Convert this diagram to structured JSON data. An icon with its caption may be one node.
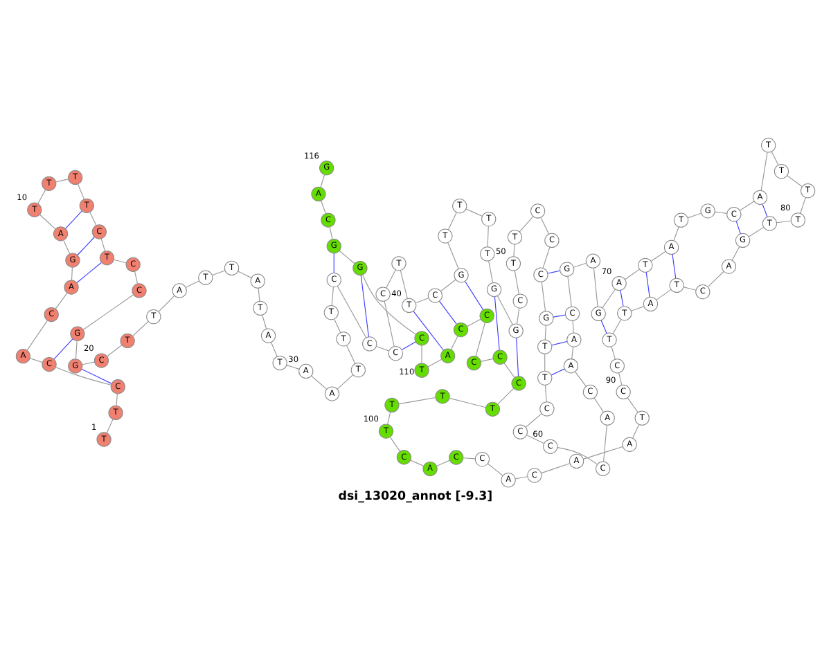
{
  "diagram": {
    "caption": "dsi_13020_annot [-9.3]",
    "nodes": [
      {
        "text": [
          "T"
        ],
        "beside": [
          "1"
        ]
      },
      {
        "text": [
          "T"
        ]
      },
      {
        "text": [
          "C"
        ]
      },
      {
        "text": [
          "C"
        ]
      },
      {
        "text": [
          "A"
        ]
      },
      {
        "text": [
          "C"
        ]
      },
      {
        "text": [
          "A"
        ]
      },
      {
        "text": [
          "G"
        ]
      },
      {
        "text": [
          "A"
        ]
      },
      {
        "text": [
          "T"
        ],
        "beside": [
          "10"
        ]
      },
      {
        "text": [
          "T"
        ]
      },
      {
        "text": [
          "T"
        ]
      },
      {
        "text": [
          "T"
        ]
      },
      {
        "text": [
          "C"
        ]
      },
      {
        "text": [
          "T"
        ]
      },
      {
        "text": [
          "C"
        ]
      },
      {
        "text": [
          "C"
        ]
      },
      {
        "text": [
          "G"
        ]
      },
      {
        "text": [
          "G"
        ]
      },
      {
        "text": [
          "C"
        ],
        "beside": [
          "20"
        ]
      },
      {
        "text": [
          "T"
        ]
      },
      {
        "text": [
          "T"
        ]
      },
      {
        "text": [
          "A"
        ]
      },
      {
        "text": [
          "T"
        ]
      },
      {
        "text": [
          "T"
        ]
      },
      {
        "text": [
          "A"
        ]
      },
      {
        "text": [
          "T"
        ]
      },
      {
        "text": [
          "A"
        ]
      },
      {
        "text": [
          "T"
        ]
      },
      {
        "text": [
          "A"
        ],
        "beside": [
          "30"
        ]
      },
      {
        "text": [
          "A"
        ]
      },
      {
        "text": [
          "T"
        ]
      },
      {
        "text": [
          "T"
        ]
      },
      {
        "text": [
          "T"
        ]
      },
      {
        "text": [
          "C"
        ]
      },
      {
        "text": [
          "C"
        ]
      },
      {
        "text": [
          "C"
        ]
      },
      {
        "text": [
          "C"
        ]
      },
      {
        "text": [
          "T"
        ]
      },
      {
        "text": [
          "T"
        ],
        "beside": [
          "40"
        ]
      },
      {
        "text": [
          "C"
        ]
      },
      {
        "text": [
          "G"
        ]
      },
      {
        "text": [
          "T"
        ]
      },
      {
        "text": [
          "T"
        ]
      },
      {
        "text": [
          "T"
        ]
      },
      {
        "text": [
          "T"
        ]
      },
      {
        "text": [
          "G"
        ]
      },
      {
        "text": [
          "G"
        ]
      },
      {
        "text": [
          "C"
        ]
      },
      {
        "text": [
          "T"
        ],
        "beside": [
          "50"
        ]
      },
      {
        "text": [
          "T"
        ]
      },
      {
        "text": [
          "C"
        ]
      },
      {
        "text": [
          "C"
        ]
      },
      {
        "text": [
          "C"
        ]
      },
      {
        "text": [
          "G"
        ]
      },
      {
        "text": [
          "T"
        ]
      },
      {
        "text": [
          "T"
        ]
      },
      {
        "text": [
          "C"
        ]
      },
      {
        "text": [
          "C"
        ]
      },
      {
        "text": [
          "C"
        ],
        "beside": [
          "60"
        ]
      },
      {
        "text": [
          "C"
        ]
      },
      {
        "text": [
          "A"
        ]
      },
      {
        "text": [
          "C"
        ]
      },
      {
        "text": [
          "A"
        ]
      },
      {
        "text": [
          "A"
        ]
      },
      {
        "text": [
          "C"
        ]
      },
      {
        "text": [
          "G"
        ]
      },
      {
        "text": [
          "A"
        ]
      },
      {
        "text": [
          "G"
        ]
      },
      {
        "text": [
          "A"
        ],
        "beside": [
          "70"
        ]
      },
      {
        "text": [
          "T"
        ]
      },
      {
        "text": [
          "A"
        ]
      },
      {
        "text": [
          "T"
        ]
      },
      {
        "text": [
          "G"
        ]
      },
      {
        "text": [
          "C"
        ]
      },
      {
        "text": [
          "A"
        ]
      },
      {
        "text": [
          "T"
        ]
      },
      {
        "text": [
          "T"
        ]
      },
      {
        "text": [
          "T"
        ]
      },
      {
        "text": [
          "T"
        ],
        "beside": [
          "80"
        ]
      },
      {
        "text": [
          "T"
        ]
      },
      {
        "text": [
          "G"
        ]
      },
      {
        "text": [
          "A"
        ]
      },
      {
        "text": [
          "C"
        ]
      },
      {
        "text": [
          "T"
        ]
      },
      {
        "text": [
          "A"
        ]
      },
      {
        "text": [
          "T"
        ]
      },
      {
        "text": [
          "T"
        ]
      },
      {
        "text": [
          "C"
        ]
      },
      {
        "text": [
          "C"
        ],
        "beside": [
          "90"
        ]
      },
      {
        "text": [
          "T"
        ]
      },
      {
        "text": [
          "A"
        ]
      },
      {
        "text": [
          "A"
        ]
      },
      {
        "text": [
          "C"
        ]
      },
      {
        "text": [
          "A"
        ]
      },
      {
        "text": [
          "C"
        ]
      },
      {
        "text": [
          "C"
        ]
      },
      {
        "text": [
          "A"
        ]
      },
      {
        "text": [
          "C"
        ]
      },
      {
        "text": [
          "T"
        ],
        "beside": [
          "100"
        ]
      },
      {
        "text": [
          "T"
        ]
      },
      {
        "text": [
          "T"
        ]
      },
      {
        "text": [
          "T"
        ]
      },
      {
        "text": [
          "C"
        ]
      },
      {
        "text": [
          "C"
        ]
      },
      {
        "text": [
          "C"
        ]
      },
      {
        "text": [
          "C"
        ]
      },
      {
        "text": [
          "C"
        ]
      },
      {
        "text": [
          "A"
        ]
      },
      {
        "text": [
          "T"
        ],
        "beside": [
          "110"
        ]
      },
      {
        "text": [
          "C"
        ]
      },
      {
        "text": [
          "G"
        ]
      },
      {
        "text": [
          "G"
        ]
      },
      {
        "text": [
          "C"
        ]
      },
      {
        "text": [
          "A"
        ]
      },
      {
        "text": [
          "G"
        ],
        "beside": [
          "116"
        ]
      }
    ],
    "edges": [
      {
        "from": 0,
        "to": 1,
        "arrow": "none"
      },
      {
        "from": 1,
        "to": 2,
        "arrow": "none"
      },
      {
        "from": 2,
        "to": 3,
        "arrow": "none"
      },
      {
        "from": 3,
        "to": 4,
        "arrow": "none"
      },
      {
        "from": 4,
        "to": 5,
        "arrow": "none"
      },
      {
        "from": 5,
        "to": 6,
        "arrow": "none"
      },
      {
        "from": 6,
        "to": 7,
        "arrow": "none"
      },
      {
        "from": 7,
        "to": 8,
        "arrow": "none"
      },
      {
        "from": 8,
        "to": 9,
        "arrow": "none"
      },
      {
        "from": 9,
        "to": 10,
        "arrow": "none"
      },
      {
        "from": 10,
        "to": 11,
        "arrow": "none"
      },
      {
        "from": 11,
        "to": 12,
        "arrow": "none"
      },
      {
        "from": 12,
        "to": 13,
        "arrow": "none"
      },
      {
        "from": 13,
        "to": 14,
        "arrow": "none"
      },
      {
        "from": 14,
        "to": 15,
        "arrow": "none"
      },
      {
        "from": 15,
        "to": 16,
        "arrow": "none"
      },
      {
        "from": 16,
        "to": 17,
        "arrow": "none"
      },
      {
        "from": 17,
        "to": 18,
        "arrow": "none"
      },
      {
        "from": 18,
        "to": 19,
        "arrow": "none"
      },
      {
        "from": 19,
        "to": 20,
        "arrow": "none"
      },
      {
        "from": 20,
        "to": 21,
        "arrow": "none"
      },
      {
        "from": 21,
        "to": 22,
        "arrow": "none"
      },
      {
        "from": 22,
        "to": 23,
        "arrow": "none"
      },
      {
        "from": 23,
        "to": 24,
        "arrow": "none"
      },
      {
        "from": 24,
        "to": 25,
        "arrow": "none"
      },
      {
        "from": 25,
        "to": 26,
        "arrow": "none"
      },
      {
        "from": 26,
        "to": 27,
        "arrow": "none"
      },
      {
        "from": 27,
        "to": 28,
        "arrow": "none"
      },
      {
        "from": 28,
        "to": 29,
        "arrow": "none"
      },
      {
        "from": 29,
        "to": 30,
        "arrow": "none"
      },
      {
        "from": 30,
        "to": 31,
        "arrow": "none"
      },
      {
        "from": 31,
        "to": 32,
        "arrow": "none"
      },
      {
        "from": 32,
        "to": 33,
        "arrow": "none"
      },
      {
        "from": 33,
        "to": 34,
        "arrow": "none"
      },
      {
        "from": 34,
        "to": 35,
        "arrow": "none"
      },
      {
        "from": 35,
        "to": 36,
        "arrow": "none"
      },
      {
        "from": 36,
        "to": 37,
        "arrow": "none"
      },
      {
        "from": 37,
        "to": 38,
        "arrow": "none"
      },
      {
        "from": 38,
        "to": 39,
        "arrow": "none"
      },
      {
        "from": 39,
        "to": 40,
        "arrow": "none"
      },
      {
        "from": 40,
        "to": 41,
        "arrow": "none"
      },
      {
        "from": 41,
        "to": 42,
        "arrow": "none"
      },
      {
        "from": 42,
        "to": 43,
        "arrow": "none"
      },
      {
        "from": 43,
        "to": 44,
        "arrow": "none"
      },
      {
        "from": 44,
        "to": 45,
        "arrow": "none"
      },
      {
        "from": 45,
        "to": 46,
        "arrow": "none"
      },
      {
        "from": 46,
        "to": 47,
        "arrow": "none"
      },
      {
        "from": 47,
        "to": 48,
        "arrow": "none"
      },
      {
        "from": 48,
        "to": 49,
        "arrow": "none"
      },
      {
        "from": 49,
        "to": 50,
        "arrow": "none"
      },
      {
        "from": 50,
        "to": 51,
        "arrow": "none"
      },
      {
        "from": 51,
        "to": 52,
        "arrow": "none"
      },
      {
        "from": 52,
        "to": 53,
        "arrow": "none"
      },
      {
        "from": 53,
        "to": 54,
        "arrow": "none"
      },
      {
        "from": 54,
        "to": 55,
        "arrow": "none"
      },
      {
        "from": 55,
        "to": 56,
        "arrow": "none"
      },
      {
        "from": 56,
        "to": 57,
        "arrow": "none"
      },
      {
        "from": 57,
        "to": 58,
        "arrow": "none"
      },
      {
        "from": 58,
        "to": 59,
        "arrow": "none"
      },
      {
        "from": 59,
        "to": 60,
        "arrow": "none"
      },
      {
        "from": 60,
        "to": 61,
        "arrow": "none"
      },
      {
        "from": 61,
        "to": 62,
        "arrow": "none"
      },
      {
        "from": 62,
        "to": 63,
        "arrow": "none"
      },
      {
        "from": 63,
        "to": 64,
        "arrow": "none"
      },
      {
        "from": 64,
        "to": 65,
        "arrow": "none"
      },
      {
        "from": 65,
        "to": 66,
        "arrow": "none"
      },
      {
        "from": 66,
        "to": 67,
        "arrow": "none"
      },
      {
        "from": 67,
        "to": 68,
        "arrow": "none"
      },
      {
        "from": 68,
        "to": 69,
        "arrow": "none"
      },
      {
        "from": 69,
        "to": 70,
        "arrow": "none"
      },
      {
        "from": 70,
        "to": 71,
        "arrow": "none"
      },
      {
        "from": 71,
        "to": 72,
        "arrow": "none"
      },
      {
        "from": 72,
        "to": 73,
        "arrow": "none"
      },
      {
        "from": 73,
        "to": 74,
        "arrow": "none"
      },
      {
        "from": 74,
        "to": 75,
        "arrow": "none"
      },
      {
        "from": 75,
        "to": 76,
        "arrow": "none"
      },
      {
        "from": 76,
        "to": 77,
        "arrow": "none"
      },
      {
        "from": 77,
        "to": 78,
        "arrow": "none"
      },
      {
        "from": 78,
        "to": 79,
        "arrow": "none"
      },
      {
        "from": 79,
        "to": 80,
        "arrow": "none"
      },
      {
        "from": 80,
        "to": 81,
        "arrow": "none"
      },
      {
        "from": 81,
        "to": 82,
        "arrow": "none"
      },
      {
        "from": 82,
        "to": 83,
        "arrow": "none"
      },
      {
        "from": 83,
        "to": 84,
        "arrow": "none"
      },
      {
        "from": 84,
        "to": 85,
        "arrow": "none"
      },
      {
        "from": 85,
        "to": 86,
        "arrow": "none"
      },
      {
        "from": 86,
        "to": 87,
        "arrow": "none"
      },
      {
        "from": 87,
        "to": 88,
        "arrow": "none"
      },
      {
        "from": 88,
        "to": 89,
        "arrow": "none"
      },
      {
        "from": 89,
        "to": 90,
        "arrow": "none"
      },
      {
        "from": 90,
        "to": 91,
        "arrow": "none"
      },
      {
        "from": 91,
        "to": 92,
        "arrow": "none"
      },
      {
        "from": 92,
        "to": 93,
        "arrow": "none"
      },
      {
        "from": 93,
        "to": 94,
        "arrow": "none"
      },
      {
        "from": 94,
        "to": 95,
        "arrow": "none"
      },
      {
        "from": 95,
        "to": 96,
        "arrow": "none"
      },
      {
        "from": 96,
        "to": 97,
        "arrow": "none"
      },
      {
        "from": 97,
        "to": 98,
        "arrow": "none"
      },
      {
        "from": 98,
        "to": 99,
        "arrow": "none"
      },
      {
        "from": 99,
        "to": 100,
        "arrow": "none"
      },
      {
        "from": 100,
        "to": 101,
        "arrow": "none"
      },
      {
        "from": 101,
        "to": 102,
        "arrow": "none"
      },
      {
        "from": 102,
        "to": 103,
        "arrow": "none"
      },
      {
        "from": 103,
        "to": 104,
        "arrow": "none"
      },
      {
        "from": 104,
        "to": 105,
        "arrow": "none"
      },
      {
        "from": 105,
        "to": 106,
        "arrow": "none"
      },
      {
        "from": 106,
        "to": 107,
        "arrow": "none"
      },
      {
        "from": 107,
        "to": 108,
        "arrow": "none"
      },
      {
        "from": 108,
        "to": 109,
        "arrow": "none"
      },
      {
        "from": 109,
        "to": 110,
        "arrow": "none"
      },
      {
        "from": 110,
        "to": 111,
        "arrow": "none"
      },
      {
        "from": 111,
        "to": 112,
        "arrow": "none"
      },
      {
        "from": 112,
        "to": 113,
        "arrow": "none"
      },
      {
        "from": 113,
        "to": 114,
        "arrow": "none"
      },
      {
        "from": 114,
        "to": 115,
        "arrow": "none"
      },
      {
        "from": 2,
        "to": 18,
        "arrow": "none",
        "color": "#3f3fff"
      },
      {
        "from": 3,
        "to": 17,
        "arrow": "none",
        "color": "#3f3fff"
      },
      {
        "from": 6,
        "to": 14,
        "arrow": "none",
        "color": "#3f3fff"
      },
      {
        "from": 7,
        "to": 13,
        "arrow": "none",
        "color": "#3f3fff"
      },
      {
        "from": 8,
        "to": 12,
        "arrow": "none",
        "color": "#3f3fff"
      },
      {
        "from": 34,
        "to": 112,
        "arrow": "none",
        "color": "#3f3fff"
      },
      {
        "from": 35,
        "to": 111,
        "arrow": "none",
        "color": "#3f3fff"
      },
      {
        "from": 36,
        "to": 110,
        "arrow": "none",
        "color": "#3f3fff"
      },
      {
        "from": 39,
        "to": 108,
        "arrow": "none",
        "color": "#3f3fff"
      },
      {
        "from": 40,
        "to": 107,
        "arrow": "none",
        "color": "#3f3fff"
      },
      {
        "from": 41,
        "to": 106,
        "arrow": "none",
        "color": "#3f3fff"
      },
      {
        "from": 46,
        "to": 104,
        "arrow": "none",
        "color": "#3f3fff"
      },
      {
        "from": 47,
        "to": 103,
        "arrow": "none",
        "color": "#3f3fff"
      },
      {
        "from": 53,
        "to": 66,
        "arrow": "none",
        "color": "#3f3fff"
      },
      {
        "from": 54,
        "to": 65,
        "arrow": "none",
        "color": "#3f3fff"
      },
      {
        "from": 55,
        "to": 64,
        "arrow": "none",
        "color": "#3f3fff"
      },
      {
        "from": 56,
        "to": 63,
        "arrow": "none",
        "color": "#3f3fff"
      },
      {
        "from": 68,
        "to": 87,
        "arrow": "none",
        "color": "#3f3fff"
      },
      {
        "from": 69,
        "to": 86,
        "arrow": "none",
        "color": "#3f3fff"
      },
      {
        "from": 70,
        "to": 85,
        "arrow": "none",
        "color": "#3f3fff"
      },
      {
        "from": 71,
        "to": 84,
        "arrow": "none",
        "color": "#3f3fff"
      },
      {
        "from": 74,
        "to": 81,
        "arrow": "none",
        "color": "#3f3fff"
      },
      {
        "from": 75,
        "to": 80,
        "arrow": "none",
        "color": "#3f3fff"
      }
    ]
  }
}
